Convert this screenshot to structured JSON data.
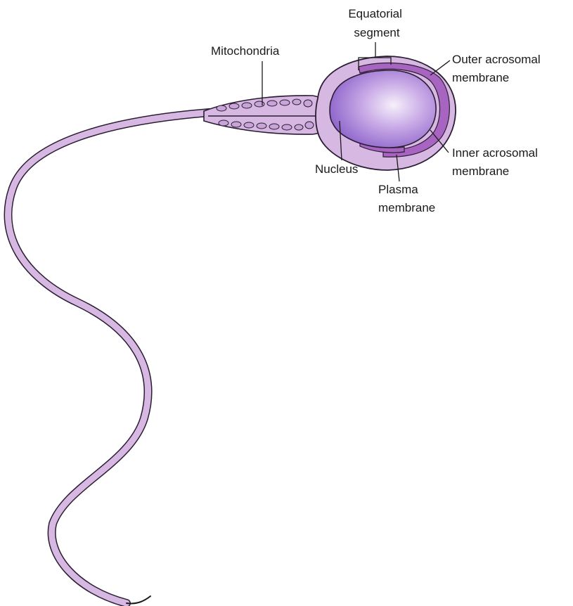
{
  "labels": {
    "equatorial_segment": [
      "Equatorial",
      "segment"
    ],
    "mitochondria": "Mitochondria",
    "outer_acrosomal_membrane": [
      "Outer acrosomal",
      "membrane"
    ],
    "inner_acrosomal_membrane": [
      "Inner acrosomal",
      "membrane"
    ],
    "nucleus": "Nucleus",
    "plasma_membrane": [
      "Plasma",
      "membrane"
    ]
  },
  "colors": {
    "cell_fill": "#d7b8e2",
    "cell_outline": "#2a1d33",
    "acrosome": "#a764c0",
    "nucleus_center": "#f6f0fb",
    "nucleus_edge": "#8a5fc9",
    "mitochondria": "#c9a4d9",
    "leader_line": "#1a1a1a"
  }
}
